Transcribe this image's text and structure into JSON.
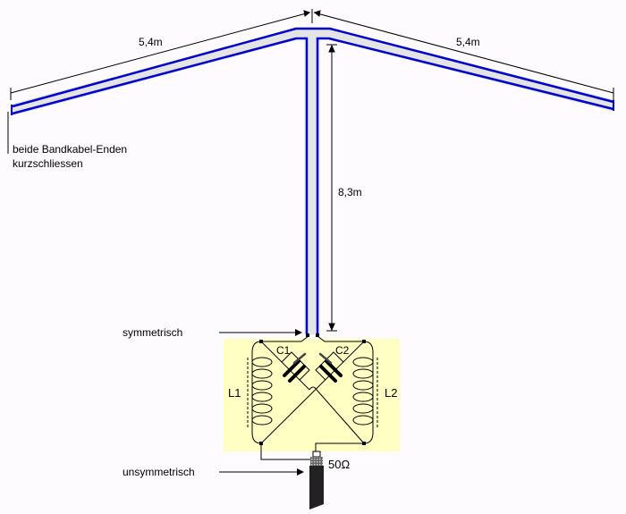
{
  "labels": {
    "left_arm_length": "5,4m",
    "right_arm_length": "5,4m",
    "feeder_length": "8,3m",
    "short_note_line1": "beide Bandkabel-Enden",
    "short_note_line2": "kurzschliessen",
    "symmetric": "symmetrisch",
    "unsymmetric": "unsymmetrisch",
    "impedance": "50Ω",
    "c1": "C1",
    "c2": "C2",
    "l1": "L1",
    "l2": "L2"
  },
  "colors": {
    "ribbon_wire": "#0000cc",
    "ribbon_insulation": "#e4e4e4",
    "tuner_box": "#ffffc4"
  }
}
